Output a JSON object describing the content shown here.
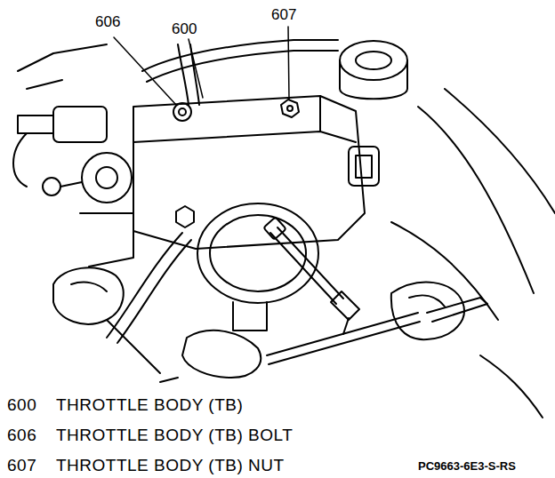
{
  "diagram": {
    "labels": [
      "606",
      "600",
      "607",
      "600",
      "THROTTLE BODY (TB)",
      "606",
      "THROTTLE BODY (TB) BOLT",
      "607",
      "THROTTLE BODY (TB) NUT",
      "PC9663-6E3-S-RS"
    ]
  }
}
